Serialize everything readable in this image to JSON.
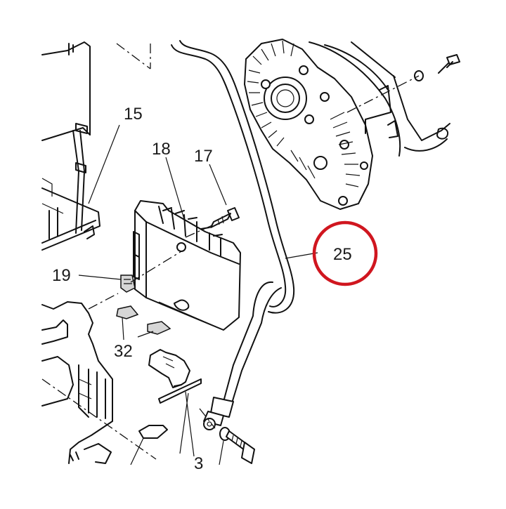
{
  "diagram": {
    "callouts": [
      {
        "id": "c15",
        "label": "15"
      },
      {
        "id": "c18",
        "label": "18"
      },
      {
        "id": "c17",
        "label": "17"
      },
      {
        "id": "c19",
        "label": "19"
      },
      {
        "id": "c25",
        "label": "25"
      },
      {
        "id": "c32",
        "label": "32"
      },
      {
        "id": "c3",
        "label": "3"
      }
    ],
    "highlight_color": "#d0161f",
    "line_color": "#111111"
  }
}
